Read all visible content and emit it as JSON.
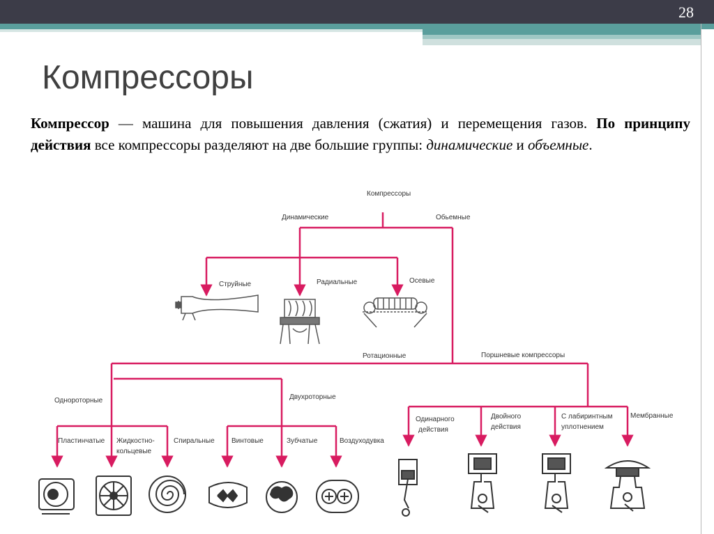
{
  "slide": {
    "page_number": "28",
    "title": "Компрессоры"
  },
  "definition": {
    "term": "Компрессор",
    "dash": " — ",
    "text1": "машина для повышения давления (сжатия) и перемещения газов. ",
    "principle": "По принципу действия",
    "text2": " все компрессоры разделяют на две большие группы: ",
    "dynamic": "динамические",
    "and": " и ",
    "volumetric": "объемные",
    "end": "."
  },
  "diagram": {
    "root": "Компрессоры",
    "dynamic": "Динамические",
    "volumetric": "Обьемные",
    "jet": "Струйные",
    "radial": "Радиальные",
    "axial": "Осевые",
    "rotary": "Ротационные",
    "piston": "Поршневые  компрессоры",
    "single_rotor": "Однороторные",
    "double_rotor": "Двухроторные",
    "vane": "Пластинчатые",
    "liquid_ring_1": "Жидкостно-",
    "liquid_ring_2": "кольцевые",
    "scroll": "Спиральные",
    "screw": "Винтовые",
    "gear": "Зубчатые",
    "blower": "Воздуходувка",
    "single_acting_1": "Одинарного",
    "single_acting_2": "действия",
    "double_acting_1": "Двойного",
    "double_acting_2": "действия",
    "labyrinth_1": "С лабиринтным",
    "labyrinth_2": "уплотнением",
    "membrane": "Мембранные"
  },
  "colors": {
    "connector": "#d81b60",
    "header_dark": "#3c3c48",
    "header_teal": "#5a9e9c"
  }
}
